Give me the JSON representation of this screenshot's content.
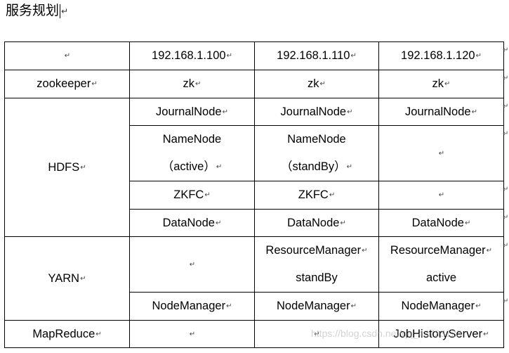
{
  "title": "服务规划",
  "paragraph_mark": "↵",
  "table": {
    "header": {
      "corner": "",
      "hosts": [
        "192.168.1.100",
        "192.168.1.110",
        "192.168.1.120"
      ]
    },
    "rows": {
      "zookeeper": {
        "label": "zookeeper",
        "cells": [
          "zk",
          "zk",
          "zk"
        ]
      },
      "hdfs": {
        "label": "HDFS",
        "journal": [
          "JournalNode",
          "JournalNode",
          "JournalNode"
        ],
        "namenode": [
          {
            "name": "NameNode",
            "state": "（active）"
          },
          {
            "name": "NameNode",
            "state": "（standBy）"
          },
          {
            "name": "",
            "state": ""
          }
        ],
        "zkfc": [
          "ZKFC",
          "ZKFC",
          ""
        ],
        "datanode": [
          "DataNode",
          "DataNode",
          "DataNode"
        ]
      },
      "yarn": {
        "label": "YARN",
        "resourcemanager": [
          {
            "name": "",
            "state": ""
          },
          {
            "name": "ResourceManager",
            "state": "standBy"
          },
          {
            "name": "ResourceManager",
            "state": "active"
          }
        ],
        "nodemanager": [
          "NodeManager",
          "NodeManager",
          "NodeManager"
        ]
      },
      "mapreduce": {
        "label": "MapReduce",
        "cells": [
          "",
          "",
          "JobHistoryServer"
        ]
      }
    }
  },
  "watermark": "https://blog.csdn.net/qq_43733123"
}
